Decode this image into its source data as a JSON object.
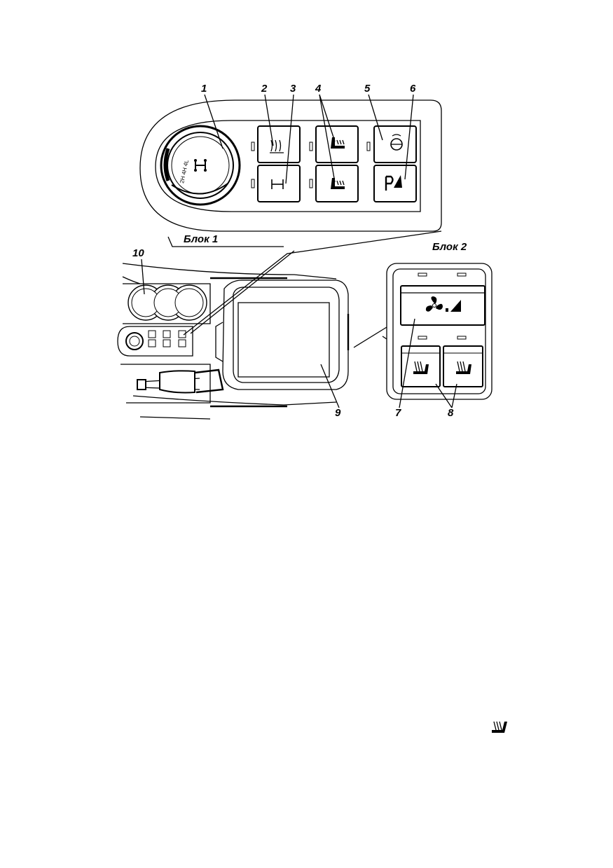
{
  "block_labels": {
    "block1": "Блок 1",
    "block2": "Блок 2"
  },
  "callouts": {
    "c1": "1",
    "c2": "2",
    "c3": "3",
    "c4": "4",
    "c5": "5",
    "c6": "6",
    "c7": "7",
    "c8": "8",
    "c9": "9",
    "c10": "10"
  },
  "dial_marks": {
    "ring_text": "2H 4H 4L"
  },
  "icons": {
    "dial_center": "4wd-axle-icon",
    "btn2": "rear-defrost-icon",
    "btn3": "axle-lock-icon",
    "btn4a": "seat-heater-icon",
    "btn4b": "seat-heater-icon",
    "btn5": "headlamp-washer-icon",
    "btn6": "parking-sensor-icon",
    "btn7a": "fan-icon",
    "btn7b": "fan-speed-icon",
    "btn8": "seat-heater-icon",
    "page_footer": "seat-heater-icon"
  },
  "colors": {
    "ink": "#000000",
    "paper": "#ffffff"
  }
}
